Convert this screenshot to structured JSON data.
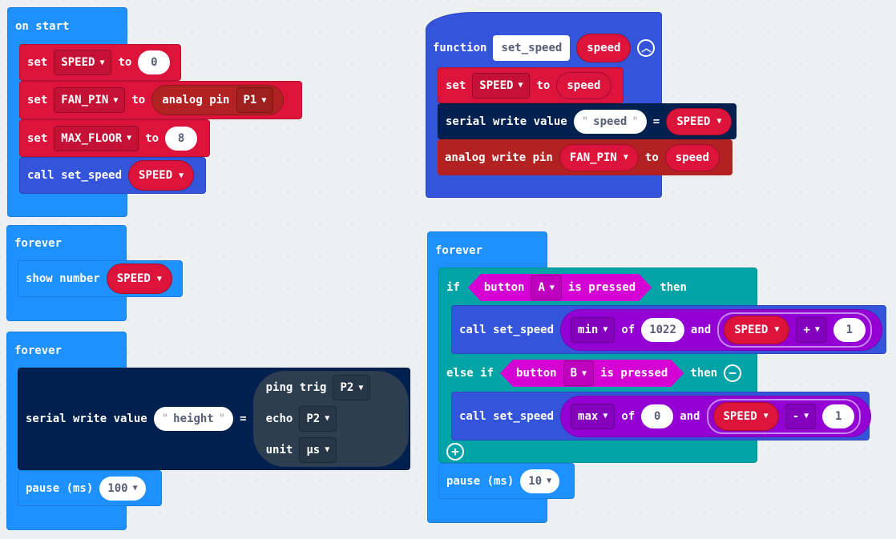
{
  "on_start": {
    "label": "on start",
    "set1": {
      "kw": "set",
      "var": "SPEED",
      "to": "to",
      "value": "0"
    },
    "set2": {
      "kw": "set",
      "var": "FAN_PIN",
      "to": "to",
      "reporter": "analog pin",
      "pin": "P1"
    },
    "set3": {
      "kw": "set",
      "var": "MAX_FLOOR",
      "to": "to",
      "value": "8"
    },
    "call": {
      "label": "call set_speed",
      "arg": "SPEED"
    }
  },
  "forever1": {
    "label": "forever",
    "show": {
      "label": "show number",
      "arg": "SPEED"
    }
  },
  "forever2": {
    "label": "forever",
    "serial": {
      "label": "serial write value",
      "name": "height",
      "eq": "=",
      "ping": "ping trig",
      "trig": "P2",
      "echo": "echo",
      "echo_pin": "P2",
      "unit": "unit",
      "unit_val": "µs"
    },
    "pause": {
      "label": "pause (ms)",
      "value": "100"
    }
  },
  "function": {
    "kw": "function",
    "name": "set_speed",
    "param": "speed",
    "set": {
      "kw": "set",
      "var": "SPEED",
      "to": "to",
      "value": "speed"
    },
    "serial": {
      "label": "serial write value",
      "name": "speed",
      "eq": "=",
      "arg": "SPEED"
    },
    "analog": {
      "label": "analog write pin",
      "pin": "FAN_PIN",
      "to": "to",
      "value": "speed"
    }
  },
  "forever3": {
    "label": "forever",
    "if": {
      "kw": "if",
      "button": "button",
      "btn": "A",
      "pressed": "is pressed",
      "then": "then"
    },
    "call1": {
      "label": "call set_speed",
      "op": "min",
      "of": "of",
      "a": "1022",
      "and": "and",
      "var": "SPEED",
      "sign": "+",
      "b": "1"
    },
    "elseif": {
      "kw": "else if",
      "button": "button",
      "btn": "B",
      "pressed": "is pressed",
      "then": "then"
    },
    "call2": {
      "label": "call set_speed",
      "op": "max",
      "of": "of",
      "a": "0",
      "and": "and",
      "var": "SPEED",
      "sign": "-",
      "b": "1"
    },
    "pause": {
      "label": "pause (ms)",
      "value": "10"
    }
  },
  "colors": {
    "events": "#1e90ff",
    "variables": "#dc143c",
    "functions": "#3455db",
    "pins": "#b22222",
    "serial": "#002050",
    "logic": "#00a4a6",
    "input": "#d400d4",
    "math": "#9400d3"
  }
}
